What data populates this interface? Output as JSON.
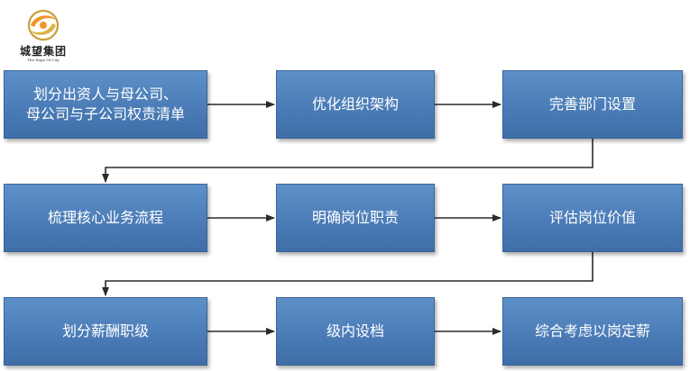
{
  "logo": {
    "name": "城望集团",
    "subtitle": "The Hope Of City",
    "colors": {
      "orange": "#f0952c",
      "gold": "#d9b34a",
      "ring": "#c9a03a"
    }
  },
  "colors": {
    "box_fill": "#4b7cb7",
    "box_border": "#3a6498",
    "text": "#ffffff",
    "connector": "#2b2b2b"
  },
  "steps": [
    {
      "lines": [
        "划分出资人与母公司、",
        "母公司与子公司权责清单"
      ]
    },
    {
      "label": "优化组织架构"
    },
    {
      "label": "完善部门设置"
    },
    {
      "label": "梳理核心业务流程"
    },
    {
      "label": "明确岗位职责"
    },
    {
      "label": "评估岗位价值"
    },
    {
      "label": "划分薪酬职级"
    },
    {
      "label": "级内设档"
    },
    {
      "label": "综合考虑以岗定薪"
    }
  ]
}
